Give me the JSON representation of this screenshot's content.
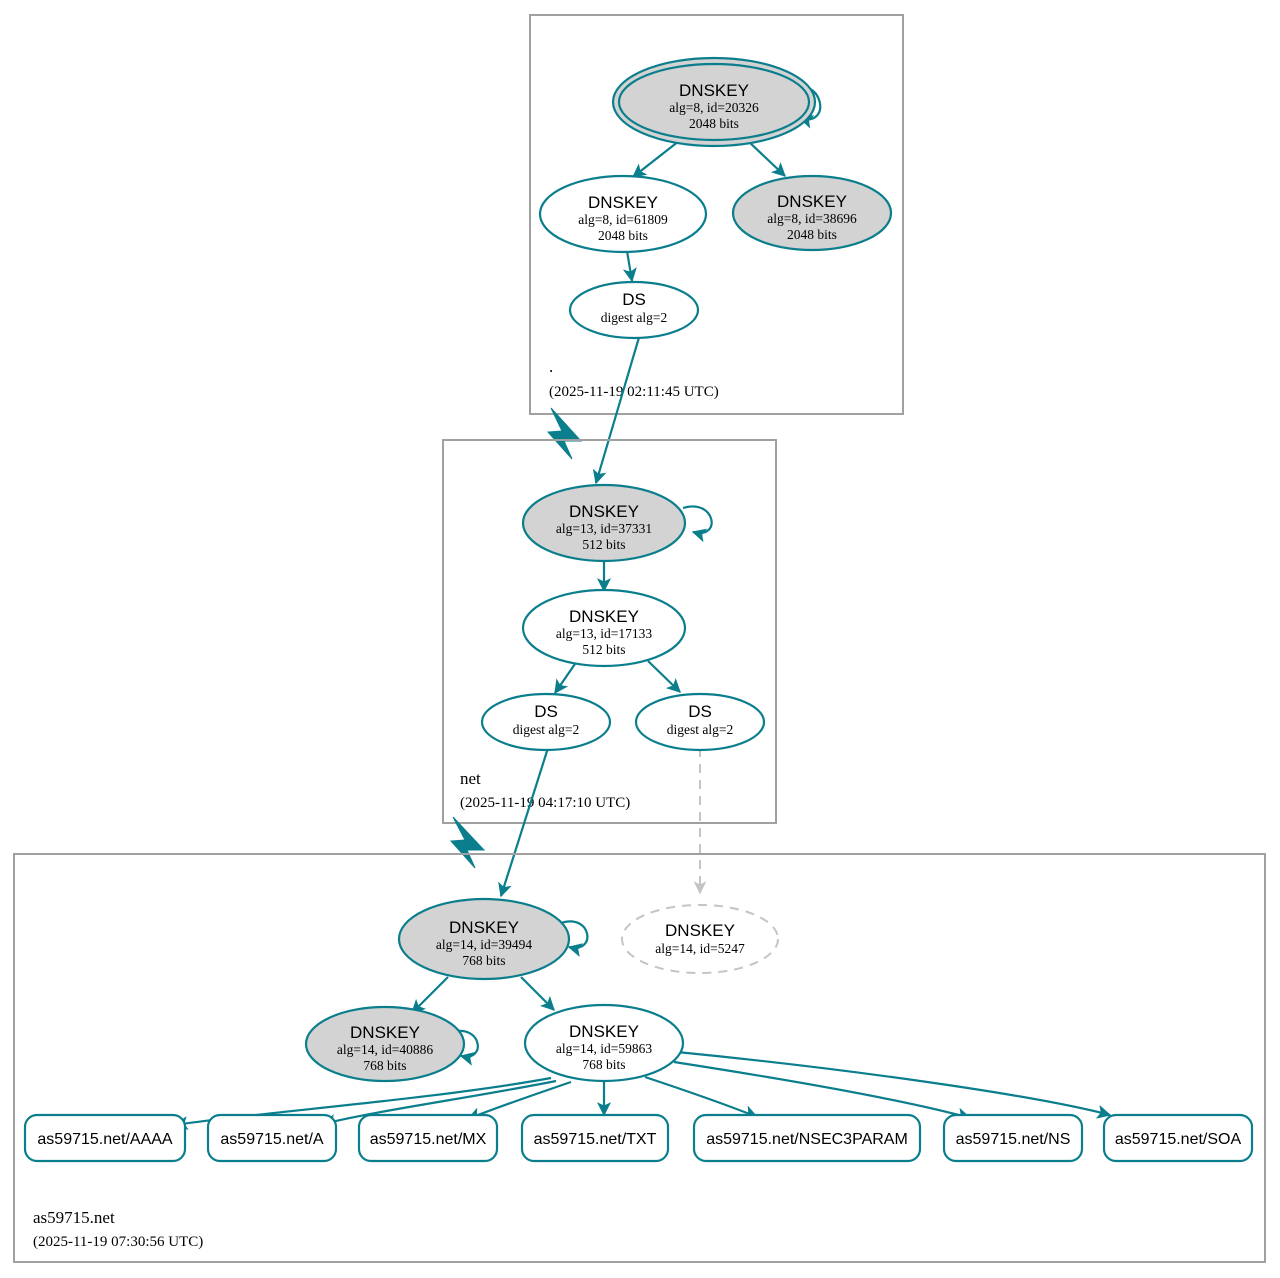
{
  "diagram": {
    "type": "dnssec-authentication-chain",
    "accent_color": "#0a7e8c",
    "secure_key_fill": "#d3d3d3",
    "insecure_color": "#c4c4c4",
    "zone_border_color": "#a0a0a0"
  },
  "zones": [
    {
      "id": "root",
      "name": ".",
      "timestamp": "(2025-11-19 02:11:45 UTC)",
      "nodes": [
        {
          "id": "root-ksk",
          "kind": "DNSKEY",
          "title": "DNSKEY",
          "line2": "alg=8, id=20326",
          "line3": "2048 bits",
          "style": "trust-anchor-filled"
        },
        {
          "id": "root-zsk",
          "kind": "DNSKEY",
          "title": "DNSKEY",
          "line2": "alg=8, id=61809",
          "line3": "2048 bits",
          "style": "open"
        },
        {
          "id": "root-zsk2",
          "kind": "DNSKEY",
          "title": "DNSKEY",
          "line2": "alg=8, id=38696",
          "line3": "2048 bits",
          "style": "filled"
        },
        {
          "id": "root-ds-net",
          "kind": "DS",
          "title": "DS",
          "line2": "digest alg=2",
          "line3": "",
          "style": "open"
        }
      ]
    },
    {
      "id": "net",
      "name": "net",
      "timestamp": "(2025-11-19 04:17:10 UTC)",
      "nodes": [
        {
          "id": "net-ksk",
          "kind": "DNSKEY",
          "title": "DNSKEY",
          "line2": "alg=13, id=37331",
          "line3": "512 bits",
          "style": "filled"
        },
        {
          "id": "net-zsk",
          "kind": "DNSKEY",
          "title": "DNSKEY",
          "line2": "alg=13, id=17133",
          "line3": "512 bits",
          "style": "open"
        },
        {
          "id": "net-ds-a",
          "kind": "DS",
          "title": "DS",
          "line2": "digest alg=2",
          "line3": "",
          "style": "open"
        },
        {
          "id": "net-ds-b",
          "kind": "DS",
          "title": "DS",
          "line2": "digest alg=2",
          "line3": "",
          "style": "open"
        }
      ]
    },
    {
      "id": "as59715",
      "name": "as59715.net",
      "timestamp": "(2025-11-19 07:30:56 UTC)",
      "nodes": [
        {
          "id": "zone-ksk",
          "kind": "DNSKEY",
          "title": "DNSKEY",
          "line2": "alg=14, id=39494",
          "line3": "768 bits",
          "style": "filled"
        },
        {
          "id": "zone-ghost",
          "kind": "DNSKEY",
          "title": "DNSKEY",
          "line2": "alg=14, id=5247",
          "line3": "",
          "style": "ghost"
        },
        {
          "id": "zone-zsk1",
          "kind": "DNSKEY",
          "title": "DNSKEY",
          "line2": "alg=14, id=40886",
          "line3": "768 bits",
          "style": "filled"
        },
        {
          "id": "zone-zsk2",
          "kind": "DNSKEY",
          "title": "DNSKEY",
          "line2": "alg=14, id=59863",
          "line3": "768 bits",
          "style": "open"
        }
      ],
      "rrsets": [
        {
          "id": "rr-aaaa",
          "label": "as59715.net/AAAA"
        },
        {
          "id": "rr-a",
          "label": "as59715.net/A"
        },
        {
          "id": "rr-mx",
          "label": "as59715.net/MX"
        },
        {
          "id": "rr-txt",
          "label": "as59715.net/TXT"
        },
        {
          "id": "rr-nsec3param",
          "label": "as59715.net/NSEC3PARAM"
        },
        {
          "id": "rr-ns",
          "label": "as59715.net/NS"
        },
        {
          "id": "rr-soa",
          "label": "as59715.net/SOA"
        }
      ]
    }
  ]
}
